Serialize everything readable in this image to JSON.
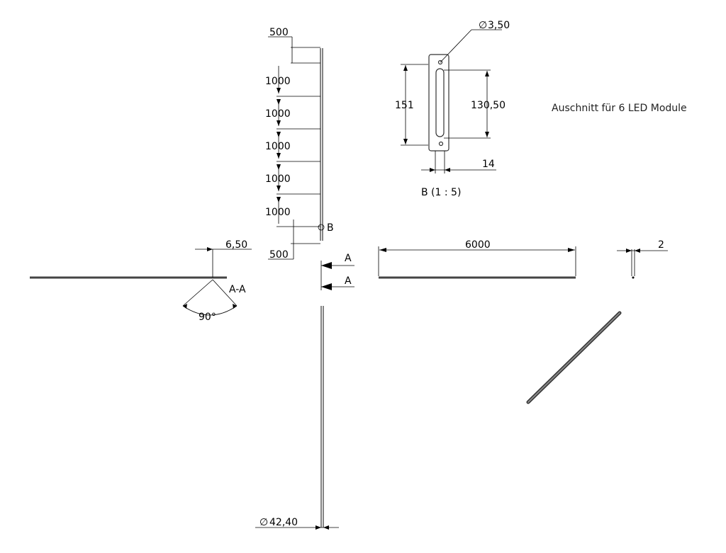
{
  "drawing": {
    "front_view_dims": {
      "top": "500",
      "spacing": [
        "1000",
        "1000",
        "1000",
        "1000",
        "1000"
      ],
      "bottom": "500"
    },
    "detail_marker": "B",
    "detail": {
      "label": "B (1 : 5)",
      "hole": "3,50",
      "hole_symbol": "∅",
      "height": "151",
      "slot_length": "130,50",
      "width": "14"
    },
    "note": "Auschnitt für 6 LED Module",
    "section": {
      "name": "A-A",
      "arrow_label": "A",
      "offset": "6,50",
      "angle": "90°"
    },
    "side_view": {
      "length": "6000",
      "end_dim": "2"
    },
    "bottom_dim": {
      "symbol": "∅",
      "value": "42,40"
    }
  }
}
